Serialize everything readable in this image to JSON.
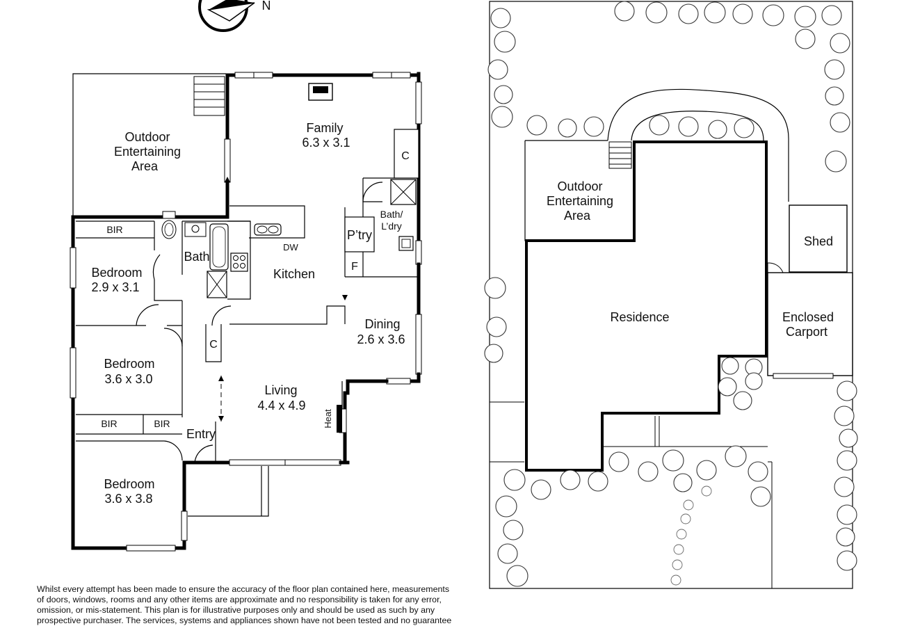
{
  "compass": {
    "north_label": "N"
  },
  "floor_plan": {
    "rooms": {
      "outdoor_entertaining": [
        "Outdoor",
        "Entertaining",
        "Area"
      ],
      "family": {
        "name": "Family",
        "dims": "6.3 x 3.1"
      },
      "bedroom1": {
        "name": "Bedroom",
        "dims": "2.9 x 3.1"
      },
      "bedroom2": {
        "name": "Bedroom",
        "dims": "3.6 x 3.0"
      },
      "bedroom3": {
        "name": "Bedroom",
        "dims": "3.6 x 3.8"
      },
      "bath": "Bath",
      "kitchen": "Kitchen",
      "dining": {
        "name": "Dining",
        "dims": "2.6 x 3.6"
      },
      "living": {
        "name": "Living",
        "dims": "4.4 x 4.9"
      },
      "entry": "Entry",
      "pantry": "P’try",
      "bath_laundry": [
        "Bath/",
        "L’dry"
      ]
    },
    "markers": {
      "bir1": "BIR",
      "bir2": "BIR",
      "bir3": "BIR",
      "cupboard1": "C",
      "cupboard2": "C",
      "dishwasher": "DW",
      "fridge": "F",
      "heater": "Heat"
    }
  },
  "site_plan": {
    "outdoor_entertaining": [
      "Outdoor",
      "Entertaining",
      "Area"
    ],
    "residence": "Residence",
    "shed": "Shed",
    "carport": [
      "Enclosed",
      "Carport"
    ]
  },
  "disclaimer": [
    "Whilst every attempt has been made to ensure the accuracy of the floor plan contained here, measurements",
    "of doors, windows, rooms and any other items are approximate and no responsibility is taken for any error,",
    "omission, or mis-statement.  This plan is for illustrative purposes only and should be used as such by any",
    "prospective purchaser.  The services, systems and appliances shown have not been tested and no guarantee"
  ]
}
